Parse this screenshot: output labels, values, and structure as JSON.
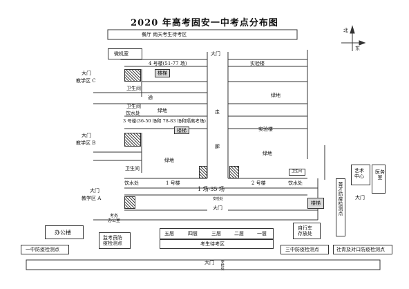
{
  "title": "2020 年高考固安一中考点分布图",
  "compass": {
    "north": "北",
    "east": "东"
  },
  "canteen": "餐厅    雨天考生待考区",
  "weijishi": "微机室",
  "damen_top": "大门",
  "building4": "4 号楼(51-77 场)",
  "shiyanlou": "实验楼",
  "stairs": "楼梯",
  "east_gate_c": "大门",
  "zone_c": "教学区 C",
  "restroom": "卫生间",
  "tong": "通",
  "lvdi": "绿地",
  "restroom_water": "卫生间",
  "water": "饮水处",
  "zou": "走",
  "lang": "廊",
  "building3": "3 号楼(36-50 场和 78-83 场和隔离考场)",
  "shiyanlou2": "实验楼",
  "east_gate_b": "大门",
  "zone_b": "教学区 B",
  "building1": "1 号楼",
  "building2": "2 号楼",
  "rooms135": "1 场-35 场",
  "east_gate_a": "大门",
  "zone_a": "教学区 A",
  "exam_gate": "大门",
  "exam_office": "考务\n办公室",
  "office_bldg": "办公楼",
  "exam_staff_check": "监考员防\n疫检测点",
  "floors": [
    "五层",
    "四层",
    "三层",
    "二层",
    "一层"
  ],
  "waiting_zone": "考生待考区",
  "bike": "自行车\n存放处",
  "yizhong_check": "一中防疫检测点",
  "sanzhong_check": "三中防疫检测点",
  "shequ_check": "社青及对口防疫检测点",
  "art_center": "艺术\n中心",
  "infirmary": "医务\n室",
  "side_gate": "大门",
  "jingcai_check": "菁才防疫检测点",
  "bottom_gate": "大门",
  "bottom_jingcha": "安检处",
  "anjian_small": "安检处"
}
